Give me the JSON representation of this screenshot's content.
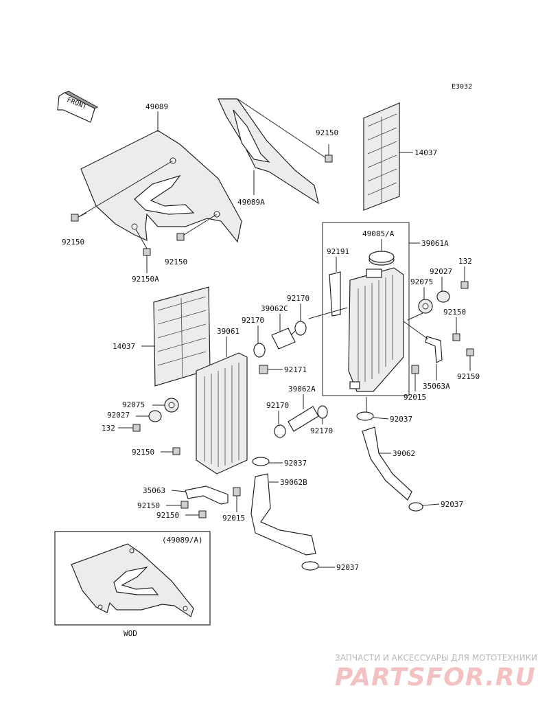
{
  "diagram_code": "E3032",
  "front_label": "FRONT",
  "labels": {
    "shroud_left": "49089",
    "shroud_right": "49089A",
    "bolt_top": "92150",
    "grille_right": "14037",
    "bolt_left": "92150",
    "bolt_mid": "92150",
    "bolt_a": "92150A",
    "cap": "49085/A",
    "radiator_right": "39061A",
    "hose_breather": "92191",
    "bolt_132_r": "132",
    "grommet_r": "92027",
    "damper_r": "92075",
    "bolt_r1": "92150",
    "bolt_r2": "92150",
    "bracket_r": "35063A",
    "clip_r": "92015",
    "clamp_r1": "92037",
    "hose_r": "39062",
    "clamp_r2": "92037",
    "clamp_c1": "92170",
    "hose_c": "39062C",
    "clamp_c2": "92170",
    "grille_left": "14037",
    "radiator_left": "39061",
    "clip_l": "92171",
    "hose_a": "39062A",
    "clamp_c3": "92170",
    "clamp_c4": "92170",
    "damper_l": "92075",
    "grommet_l": "92027",
    "bolt_132_l": "132",
    "bolt_l1": "92150",
    "clamp_l1": "92037",
    "hose_b": "39062B",
    "bracket_l": "35063",
    "bolt_l2": "92150",
    "bolt_l3": "92150",
    "clip_l2": "92015",
    "clamp_l2": "92037",
    "inset_title": "(49089/A)",
    "inset_caption": "WOD"
  },
  "watermark": {
    "line1": "ЗАПЧАСТИ И АКСЕССУАРЫ ДЛЯ МОТОТЕХНИКИ",
    "line2": "PARTSFOR.RU"
  }
}
